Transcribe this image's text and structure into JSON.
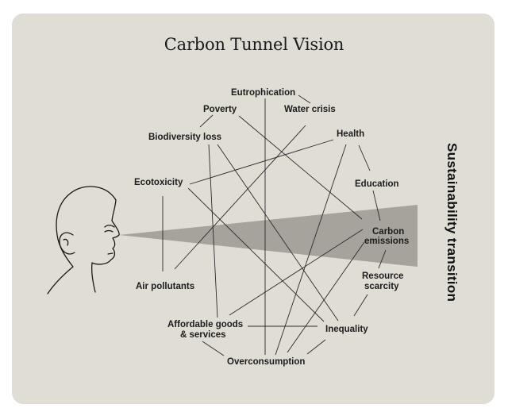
{
  "title": "Carbon Tunnel Vision",
  "side_label": "Sustainability transition",
  "nodes": {
    "eutrophication": "Eutrophication",
    "poverty": "Poverty",
    "water_crisis": "Water crisis",
    "health": "Health",
    "biodiversity_loss": "Biodiversity loss",
    "education": "Education",
    "ecotoxicity": "Ecotoxicity",
    "carbon_emissions_line1": "Carbon",
    "carbon_emissions_line2": "emissions",
    "resource_scarcity_line1": "Resource",
    "resource_scarcity_line2": "scarcity",
    "air_pollutants": "Air pollutants",
    "affordable_goods_line1": "Affordable goods",
    "affordable_goods_line2": "& services",
    "inequality": "Inequality",
    "overconsumption": "Overconsumption"
  },
  "colors": {
    "background": "#e0ddd5",
    "tunnel": "#a5a39b",
    "lines": "#2a2a2a"
  }
}
